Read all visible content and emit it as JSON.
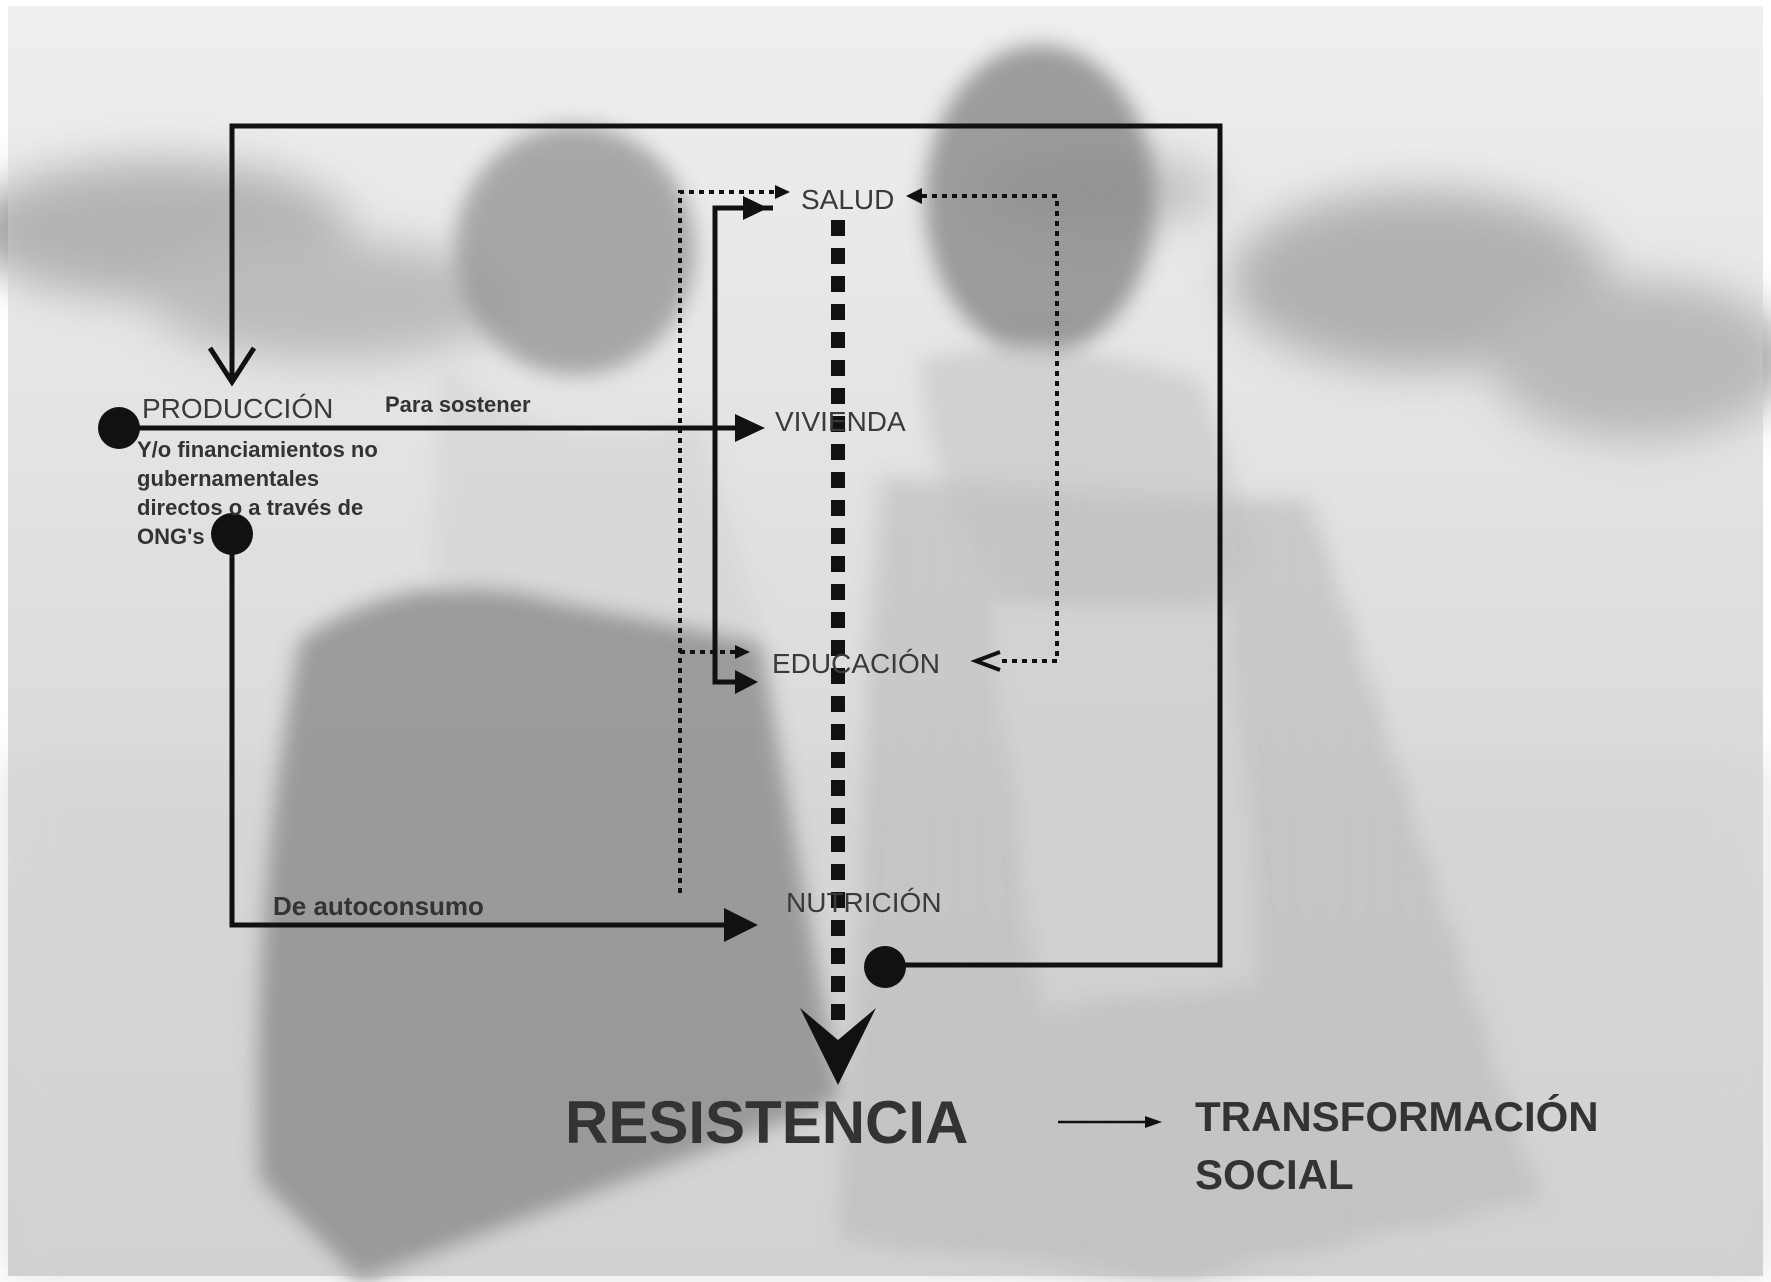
{
  "diagram": {
    "nodes": {
      "produccion": "PRODUCCIÓN",
      "salud": "SALUD",
      "vivienda": "VIVIENDA",
      "educacion": "EDUCACIÓN",
      "nutricion": "NUTRICIÓN",
      "resistencia": "RESISTENCIA",
      "transformacion_line1": "TRANSFORMACIÓN",
      "transformacion_line2": "SOCIAL"
    },
    "edge_labels": {
      "para_sostener": "Para sostener",
      "financiamientos": [
        "Y/o financiamientos no",
        "gubernamentales",
        "directos o a través de",
        "ONG's"
      ],
      "autoconsumo": "De autoconsumo"
    }
  },
  "colors": {
    "ink": "#111111",
    "label": "#3a3a3a",
    "photo_fog": "#c9c9c9",
    "photo_figures": "#8a8a8a"
  }
}
